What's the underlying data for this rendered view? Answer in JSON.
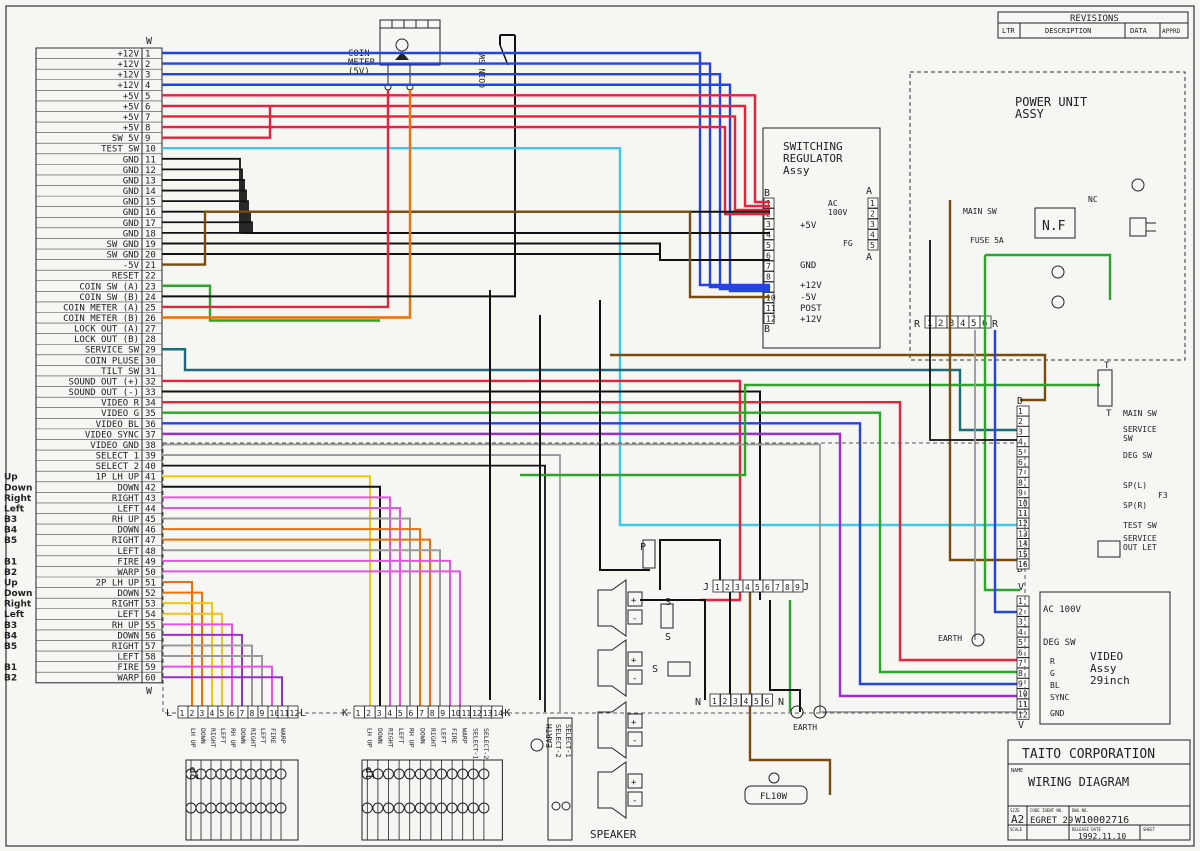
{
  "connector_w": {
    "header": "W",
    "pins": [
      {
        "no": "1",
        "label": "+12V"
      },
      {
        "no": "2",
        "label": "+12V"
      },
      {
        "no": "3",
        "label": "+12V"
      },
      {
        "no": "4",
        "label": "+12V"
      },
      {
        "no": "5",
        "label": "+5V"
      },
      {
        "no": "6",
        "label": "+5V"
      },
      {
        "no": "7",
        "label": "+5V"
      },
      {
        "no": "8",
        "label": "+5V"
      },
      {
        "no": "9",
        "label": "SW 5V"
      },
      {
        "no": "10",
        "label": "TEST SW"
      },
      {
        "no": "11",
        "label": "GND"
      },
      {
        "no": "12",
        "label": "GND"
      },
      {
        "no": "13",
        "label": "GND"
      },
      {
        "no": "14",
        "label": "GND"
      },
      {
        "no": "15",
        "label": "GND"
      },
      {
        "no": "16",
        "label": "GND"
      },
      {
        "no": "17",
        "label": "GND"
      },
      {
        "no": "18",
        "label": "GND"
      },
      {
        "no": "19",
        "label": "SW GND"
      },
      {
        "no": "20",
        "label": "SW GND"
      },
      {
        "no": "21",
        "label": "-5V"
      },
      {
        "no": "22",
        "label": "RESET"
      },
      {
        "no": "23",
        "label": "COIN SW (A)"
      },
      {
        "no": "24",
        "label": "COIN SW (B)"
      },
      {
        "no": "25",
        "label": "COIN METER (A)"
      },
      {
        "no": "26",
        "label": "COIN METER (B)"
      },
      {
        "no": "27",
        "label": "LOCK OUT (A)"
      },
      {
        "no": "28",
        "label": "LOCK OUT (B)"
      },
      {
        "no": "29",
        "label": "SERVICE SW"
      },
      {
        "no": "30",
        "label": "COIN PLUSE"
      },
      {
        "no": "31",
        "label": "TILT SW"
      },
      {
        "no": "32",
        "label": "SOUND OUT (+)"
      },
      {
        "no": "33",
        "label": "SOUND OUT (-)"
      },
      {
        "no": "34",
        "label": "VIDEO R"
      },
      {
        "no": "35",
        "label": "VIDEO G"
      },
      {
        "no": "36",
        "label": "VIDEO BL"
      },
      {
        "no": "37",
        "label": "VIDEO SYNC"
      },
      {
        "no": "38",
        "label": "VIDEO GND"
      },
      {
        "no": "39",
        "label": "SELECT 1"
      },
      {
        "no": "40",
        "label": "SELECT 2"
      },
      {
        "no": "41",
        "label": "1P LH UP"
      },
      {
        "no": "42",
        "label": "DOWN"
      },
      {
        "no": "43",
        "label": "RIGHT"
      },
      {
        "no": "44",
        "label": "LEFT"
      },
      {
        "no": "45",
        "label": "RH UP"
      },
      {
        "no": "46",
        "label": "DOWN"
      },
      {
        "no": "47",
        "label": "RIGHT"
      },
      {
        "no": "48",
        "label": "LEFT"
      },
      {
        "no": "49",
        "label": "FIRE"
      },
      {
        "no": "50",
        "label": "WARP"
      },
      {
        "no": "51",
        "label": "2P LH UP"
      },
      {
        "no": "52",
        "label": "DOWN"
      },
      {
        "no": "53",
        "label": "RIGHT"
      },
      {
        "no": "54",
        "label": "LEFT"
      },
      {
        "no": "55",
        "label": "RH UP"
      },
      {
        "no": "56",
        "label": "DOWN"
      },
      {
        "no": "57",
        "label": "RIGHT"
      },
      {
        "no": "58",
        "label": "LEFT"
      },
      {
        "no": "59",
        "label": "FIRE"
      },
      {
        "no": "60",
        "label": "WARP"
      }
    ],
    "footer": "W"
  },
  "side_notes": [
    {
      "pin": "41",
      "text": "Up",
      "color": "#d4a600"
    },
    {
      "pin": "42",
      "text": "Down",
      "color": "#e06a00"
    },
    {
      "pin": "43",
      "text": "Right",
      "color": "#e040e0"
    },
    {
      "pin": "44",
      "text": "Left",
      "color": "#9a2fd0"
    },
    {
      "pin": "45",
      "text": "B3",
      "color": "#999999"
    },
    {
      "pin": "46",
      "text": "B4",
      "color": "#e06a00"
    },
    {
      "pin": "47",
      "text": "B5",
      "color": "#d4a600"
    },
    {
      "pin": "49",
      "text": "B1",
      "color": "#e040e0"
    },
    {
      "pin": "50",
      "text": "B2",
      "color": "#e06a00"
    },
    {
      "pin": "51",
      "text": "Up",
      "color": "#999999"
    },
    {
      "pin": "52",
      "text": "Down",
      "color": "#e06a00"
    },
    {
      "pin": "53",
      "text": "Right",
      "color": "#d4a600"
    },
    {
      "pin": "54",
      "text": "Left",
      "color": "#9a2fd0"
    },
    {
      "pin": "55",
      "text": "B3",
      "color": "#d4a600"
    },
    {
      "pin": "56",
      "text": "B4",
      "color": "#9a2fd0"
    },
    {
      "pin": "57",
      "text": "B5",
      "color": "#999999"
    },
    {
      "pin": "59",
      "text": "B1",
      "color": "#e040e0"
    },
    {
      "pin": "60",
      "text": "B2",
      "color": "#9a2fd0"
    }
  ],
  "coin_meter": {
    "label": "COIN\nMETER\n(5V)"
  },
  "coin_sw": {
    "label": "COIN SW"
  },
  "switching_regulator": {
    "title": "SWITCHING\nREGULATOR\nAssy",
    "conn_b": "B",
    "conn_a": "A",
    "ac_label": "AC\n100V",
    "fg_label": "FG",
    "out_5v": "+5V",
    "out_gnd": "GND",
    "out_12v": "+12V",
    "out_m5v": "-5V",
    "out_post": "POST",
    "out_12v2": "+12V"
  },
  "power_unit": {
    "title": "POWER UNIT\nASSY",
    "main_sw": "MAIN SW",
    "fuse": "FUSE 5A",
    "nf": "N.F",
    "nc": "NC",
    "conn_r": "R"
  },
  "revisions": {
    "title": "REVISIONS",
    "col_ltr": "LTR",
    "col_desc": "DESCRIPTION",
    "col_data": "DATA",
    "col_appr": "APPRD"
  },
  "panel_d": {
    "conn": "D",
    "main_sw": "MAIN SW",
    "service_sw": "SERVICE\nSW",
    "deg_sw": "DEG SW",
    "spl": "SP(L)",
    "spr": "SP(R)",
    "f3": "F3",
    "test_sw": "TEST SW",
    "service_outlet": "SERVICE\nOUT LET"
  },
  "conn_t": "T",
  "video": {
    "title": "VIDEO\nAssy\n29inch",
    "conn": "V",
    "ac": "AC 100V",
    "deg": "DEG SW",
    "r": "R",
    "g": "G",
    "bl": "BL",
    "sync": "SYNC",
    "gnd": "GND"
  },
  "conn_j": "J",
  "conn_n": "N",
  "conn_s": "S",
  "conn_p": "P",
  "earth": "EARTH",
  "speaker": "SPEAKER",
  "fl10w": "FL10W",
  "players": {
    "p2": {
      "label": "2P",
      "conn": "L",
      "pins": [
        "1",
        "2",
        "3",
        "4",
        "5",
        "6",
        "7",
        "8",
        "9",
        "10",
        "11",
        "12"
      ],
      "functions": [
        "LH UP",
        "DOWN",
        "RIGHT",
        "LEFT",
        "RH UP",
        "DOWN",
        "RIGHT",
        "LEFT",
        "FIRE",
        "WARP"
      ]
    },
    "p1": {
      "label": "1P",
      "conn": "K",
      "pins": [
        "1",
        "2",
        "3",
        "4",
        "5",
        "6",
        "7",
        "8",
        "9",
        "10",
        "11",
        "12",
        "13",
        "14"
      ],
      "functions": [
        "LH UP",
        "DOWN",
        "RIGHT",
        "LEFT",
        "RH UP",
        "DOWN",
        "RIGHT",
        "LEFT",
        "FIRE",
        "WARP",
        "SELECT-1",
        "SELECT-2"
      ]
    },
    "select": [
      "SELECT-2",
      "SELECT-1"
    ]
  },
  "title_block": {
    "company": "TAITO CORPORATION",
    "name_label": "NAME",
    "name": "WIRING DIAGRAM",
    "size_label": "SIZE",
    "size": "A2",
    "code_label": "CODE IDENT NO.",
    "code": "EGRET 29",
    "dwg_label": "DWG NO.",
    "dwg": "W10002716",
    "scale_label": "SCALE",
    "release_label": "RELEASE DATE",
    "release": "1992.11.10",
    "sheet_label": "SHEET"
  }
}
